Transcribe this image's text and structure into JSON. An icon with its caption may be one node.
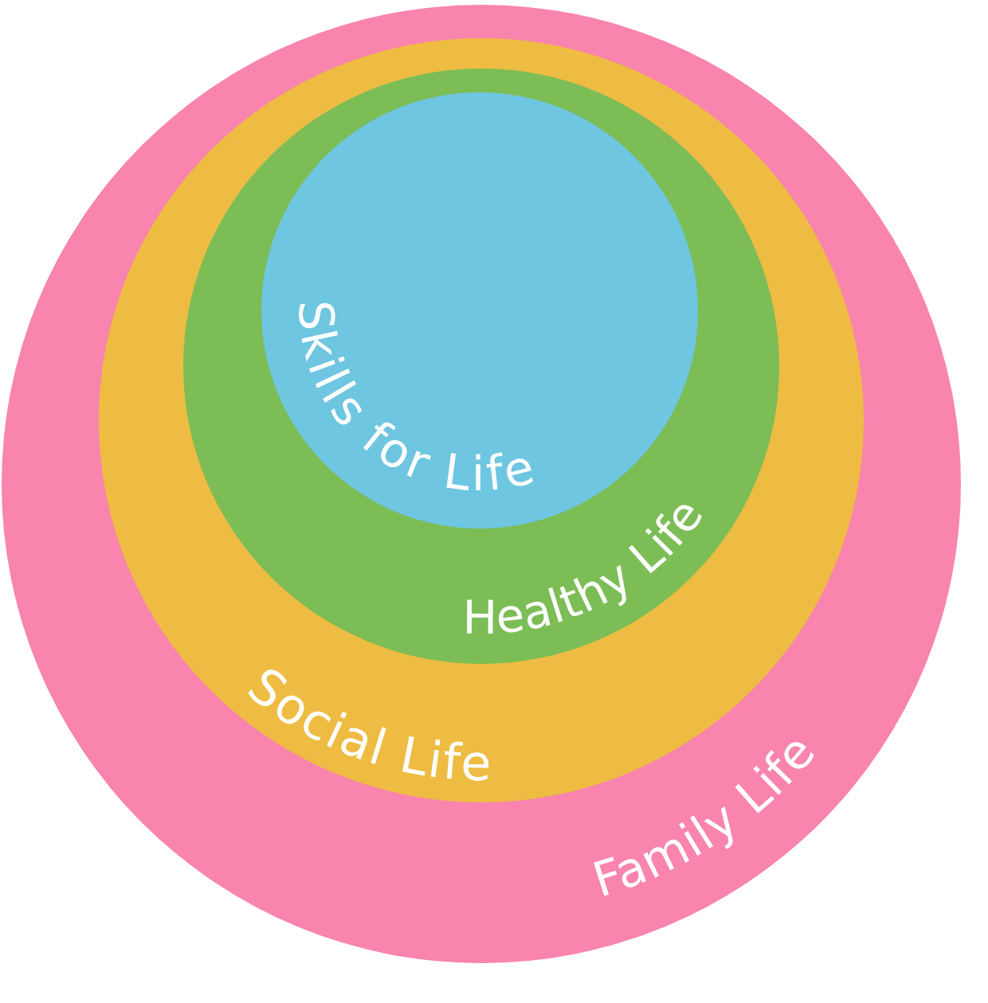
{
  "diagram": {
    "nodes": [
      {
        "text": [
          "Family Life"
        ]
      },
      {
        "text": [
          "Social Life"
        ],
        "in": 0
      },
      {
        "text": [
          "Healthy Life"
        ],
        "in": 1
      },
      {
        "text": [
          "Skills for Life"
        ],
        "in": 2
      }
    ]
  }
}
